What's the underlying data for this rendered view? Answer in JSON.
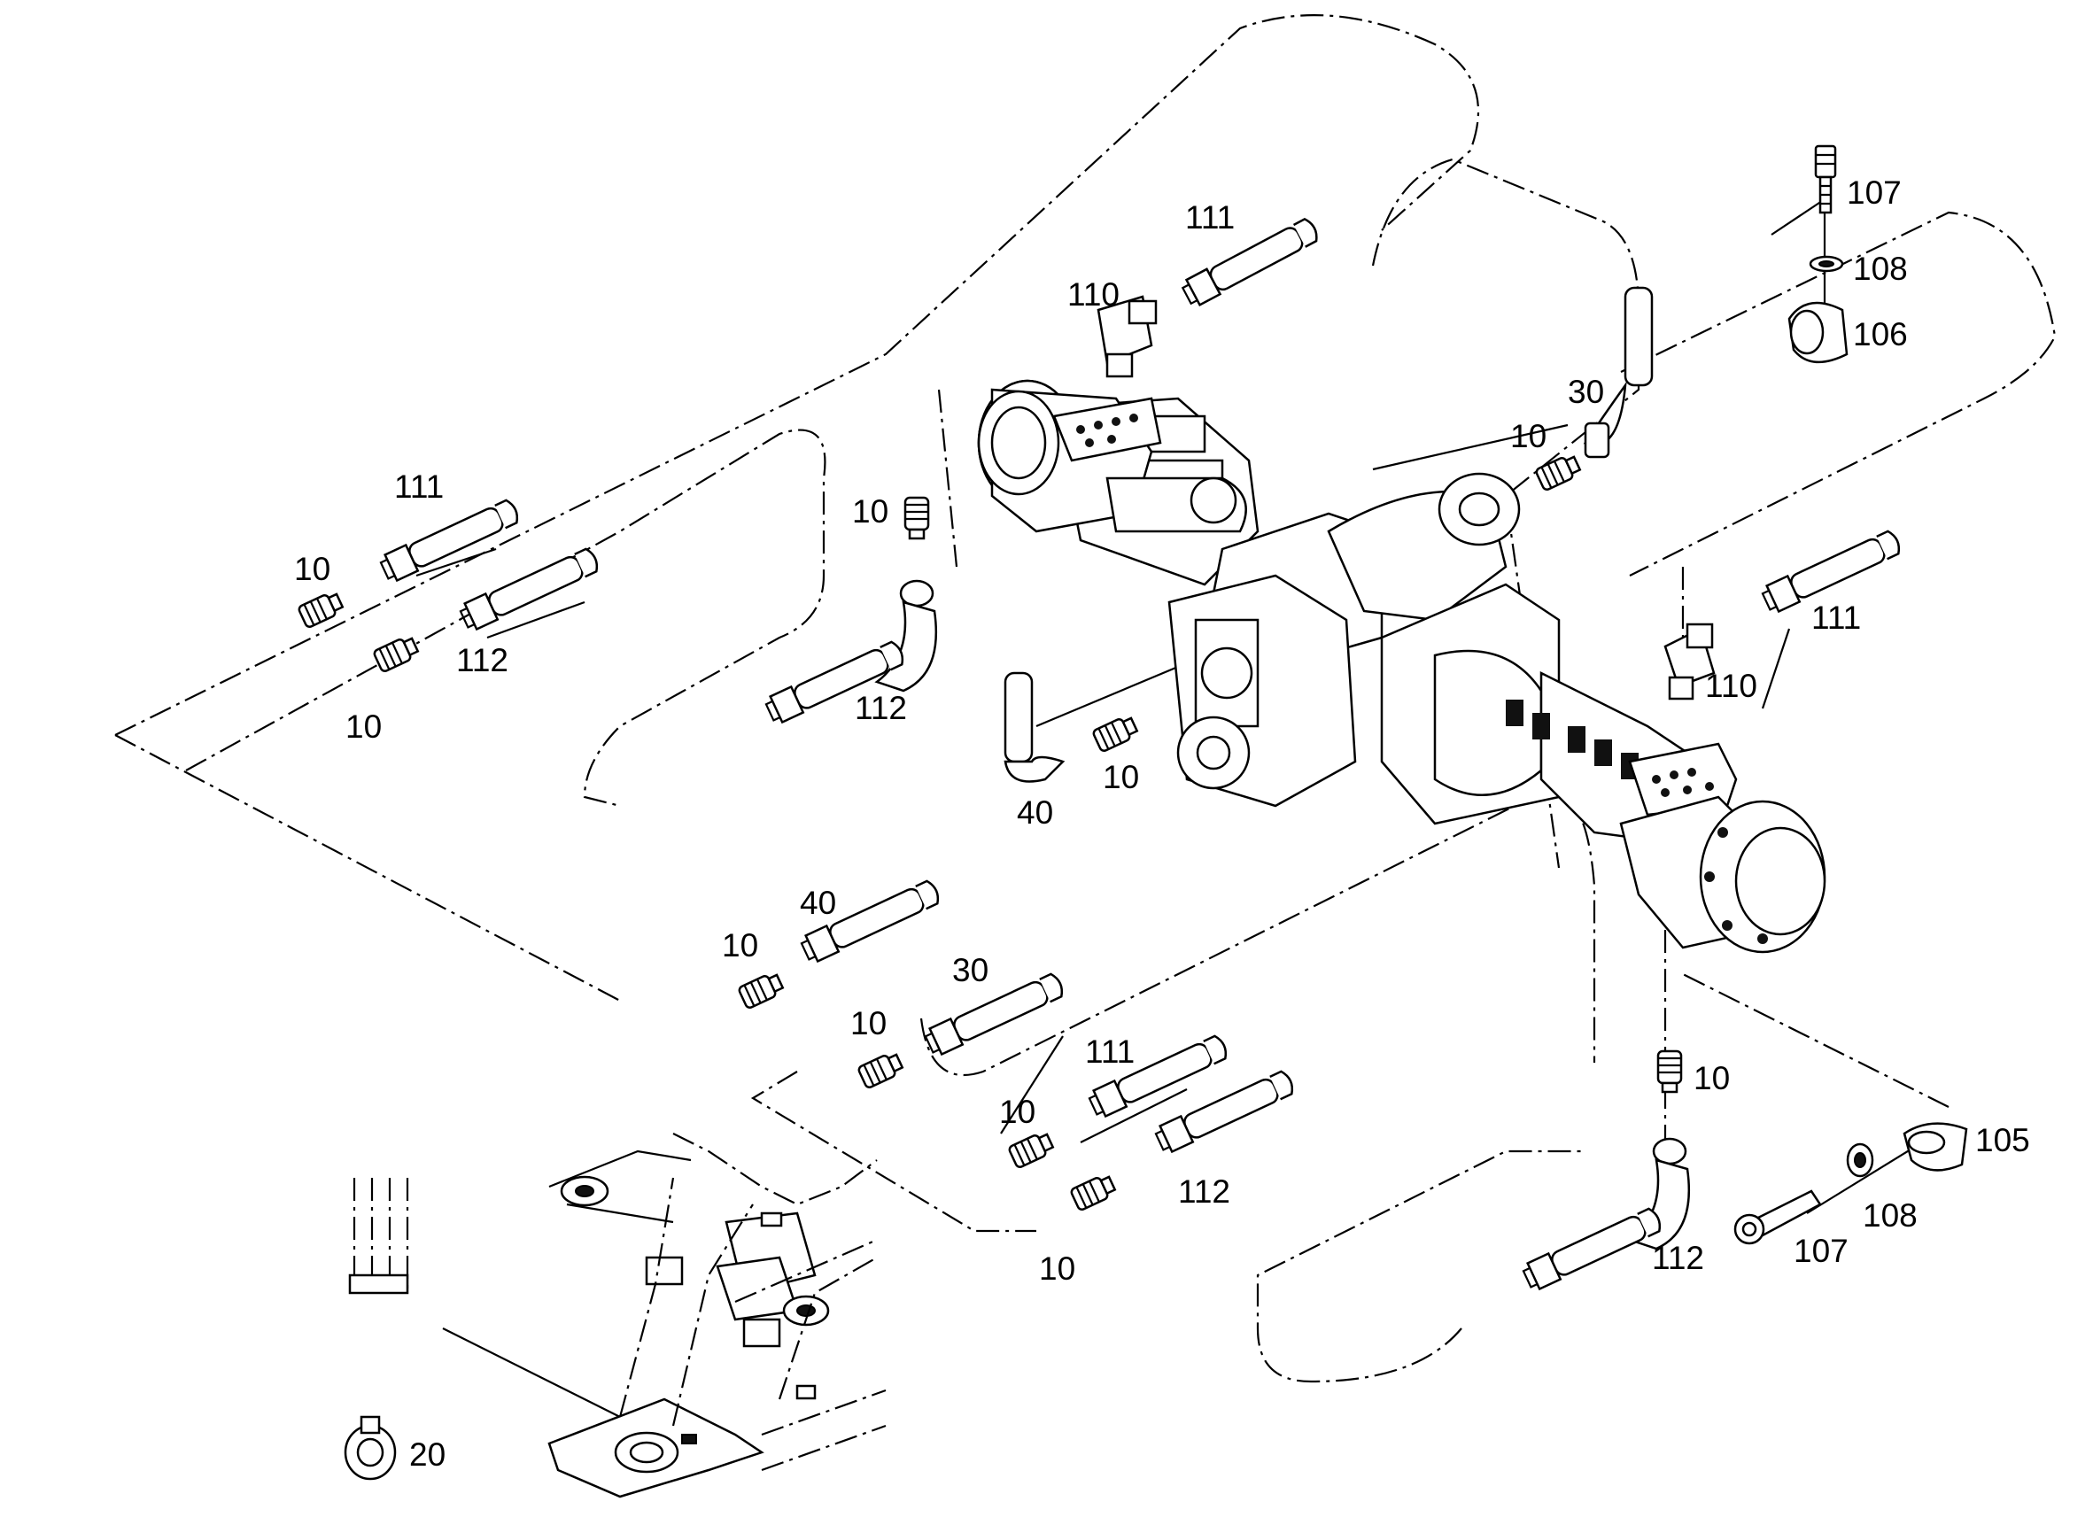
{
  "callouts": {
    "c111_top": "111",
    "c110_top": "110",
    "c107_top": "107",
    "c108_top": "108",
    "c106": "106",
    "c30_top": "30",
    "c10_top_right": "10",
    "c111_left": "111",
    "c10_left_a": "10",
    "c10_center_left": "10",
    "c112_left": "112",
    "c10_left_b": "10",
    "c112_center": "112",
    "c40_center": "40",
    "c10_center": "10",
    "c111_right": "111",
    "c110_right": "110",
    "c40_lower": "40",
    "c10_lower_a": "10",
    "c30_lower": "30",
    "c10_lower_b": "10",
    "c111_lower": "111",
    "c10_lower_c": "10",
    "c112_lower": "112",
    "c10_lower_d": "10",
    "c10_right_lower": "10",
    "c105": "105",
    "c108_bottom": "108",
    "c107_bottom": "107",
    "c112_right_lower": "112",
    "c20": "20"
  }
}
